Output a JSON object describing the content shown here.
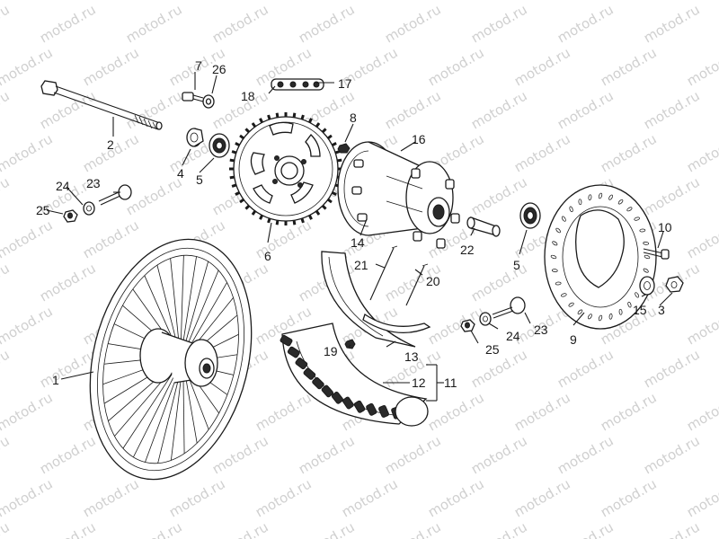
{
  "watermark": "motod.ru",
  "callouts": {
    "c1": "1",
    "c2": "2",
    "c3": "3",
    "c4": "4",
    "c5a": "5",
    "c5b": "5",
    "c6": "6",
    "c7": "7",
    "c8": "8",
    "c9": "9",
    "c10": "10",
    "c11": "11",
    "c12": "12",
    "c13": "13",
    "c14": "14",
    "c15": "15",
    "c16": "16",
    "c17": "17",
    "c18": "18",
    "c19": "19",
    "c20": "20",
    "c21": "21",
    "c22": "22",
    "c23a": "23",
    "c23b": "23",
    "c24a": "24",
    "c24b": "24",
    "c25a": "25",
    "c25b": "25",
    "c26": "26"
  },
  "colors": {
    "ink": "#1a1a1a",
    "watermark": "#d0d0d0",
    "background": "#ffffff"
  }
}
